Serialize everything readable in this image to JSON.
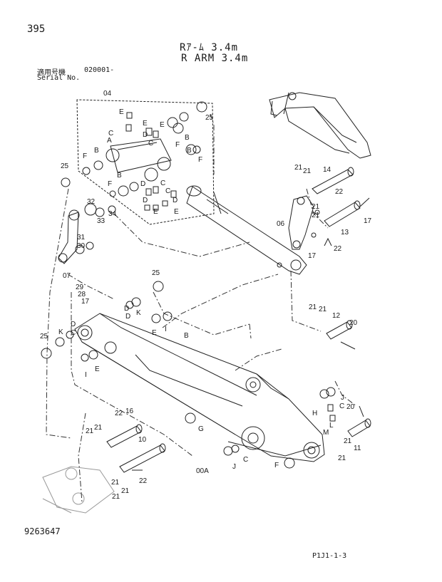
{
  "header": {
    "page_number": "395",
    "title_jp": "Rｱ-ﾑ 3.4m",
    "title_en": "R ARM 3.4m",
    "serial_label_jp": "適用号機",
    "serial_value": "020001-",
    "serial_label_en": "Serial No."
  },
  "footer": {
    "drawing_number": "9263647",
    "page_ref": "P1J1-1-3"
  },
  "callouts": {
    "c04": "04",
    "cA": "A",
    "cB": "B",
    "cC": "C",
    "cD": "D",
    "cE": "E",
    "cF": "F",
    "cG": "G",
    "cH": "H",
    "cI": "I",
    "cJ": "J",
    "cK": "K",
    "cL": "L",
    "cM": "M",
    "c25": "25",
    "c14": "14",
    "c22": "22",
    "c21": "21",
    "c17": "17",
    "c13": "13",
    "c06": "06",
    "c32": "32",
    "c33": "33",
    "c34": "34",
    "c31": "31",
    "c30": "30",
    "c07": "07",
    "c29": "29",
    "c28": "28",
    "c12": "12",
    "c20": "20",
    "c11": "11",
    "c16": "16",
    "c10": "10",
    "c00A": "00A"
  }
}
